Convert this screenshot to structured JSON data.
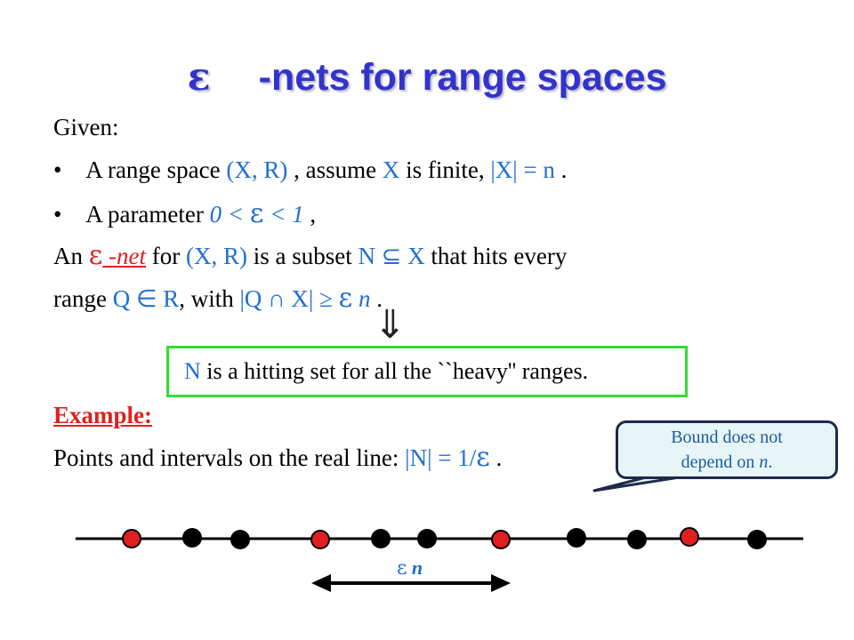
{
  "title": {
    "eps_symbol": "ε",
    "text": "-nets for range spaces"
  },
  "given_label": "Given:",
  "bullet_char": "•",
  "bullets": [
    {
      "prefix": "A range space ",
      "pair": "(X, R)",
      "middle": " , assume ",
      "set": "X",
      "rest": " is finite, ",
      "size": "|X| = n",
      "end": " ."
    },
    {
      "prefix": "A parameter ",
      "lower": "0 <",
      "eps": "ε",
      "upper": "< 1",
      "end": " ,"
    }
  ],
  "definition": {
    "an": "An ",
    "eps": "ε",
    "net_term": " -net",
    "for_text": " for ",
    "pair": "(X, R)",
    "subset_text": " is a subset ",
    "subset_expr": "N ⊆ X",
    "hits_text": " that hits every",
    "range_text": "range ",
    "range_expr": "Q ∈ R",
    "with_text": ", with ",
    "cond_open": "|Q ∩ X| ≥",
    "eps2": "ε",
    "cond_n": " n",
    "end": " ."
  },
  "arrow_symbol": "⇓",
  "hitting_box": {
    "set": "N",
    "text": " is a hitting set for all the ``heavy'' ranges."
  },
  "example_label": "Example:",
  "example": {
    "text": "Points and intervals on the real line: ",
    "size_open": "|N| = 1/",
    "eps": "ε",
    "end": " ."
  },
  "callout": {
    "line1": "Bound does not",
    "line2_prefix": "depend on ",
    "line2_var": "n",
    "line2_end": "."
  },
  "interval_label": {
    "eps": "ε",
    "n": "n"
  },
  "colors": {
    "title": "#3333cc",
    "blue": "#1f6fd1",
    "red": "#e02020",
    "green": "#33dd33"
  },
  "points": [
    "red",
    "black",
    "black",
    "red",
    "black",
    "black",
    "red",
    "black",
    "black",
    "red",
    "black"
  ]
}
